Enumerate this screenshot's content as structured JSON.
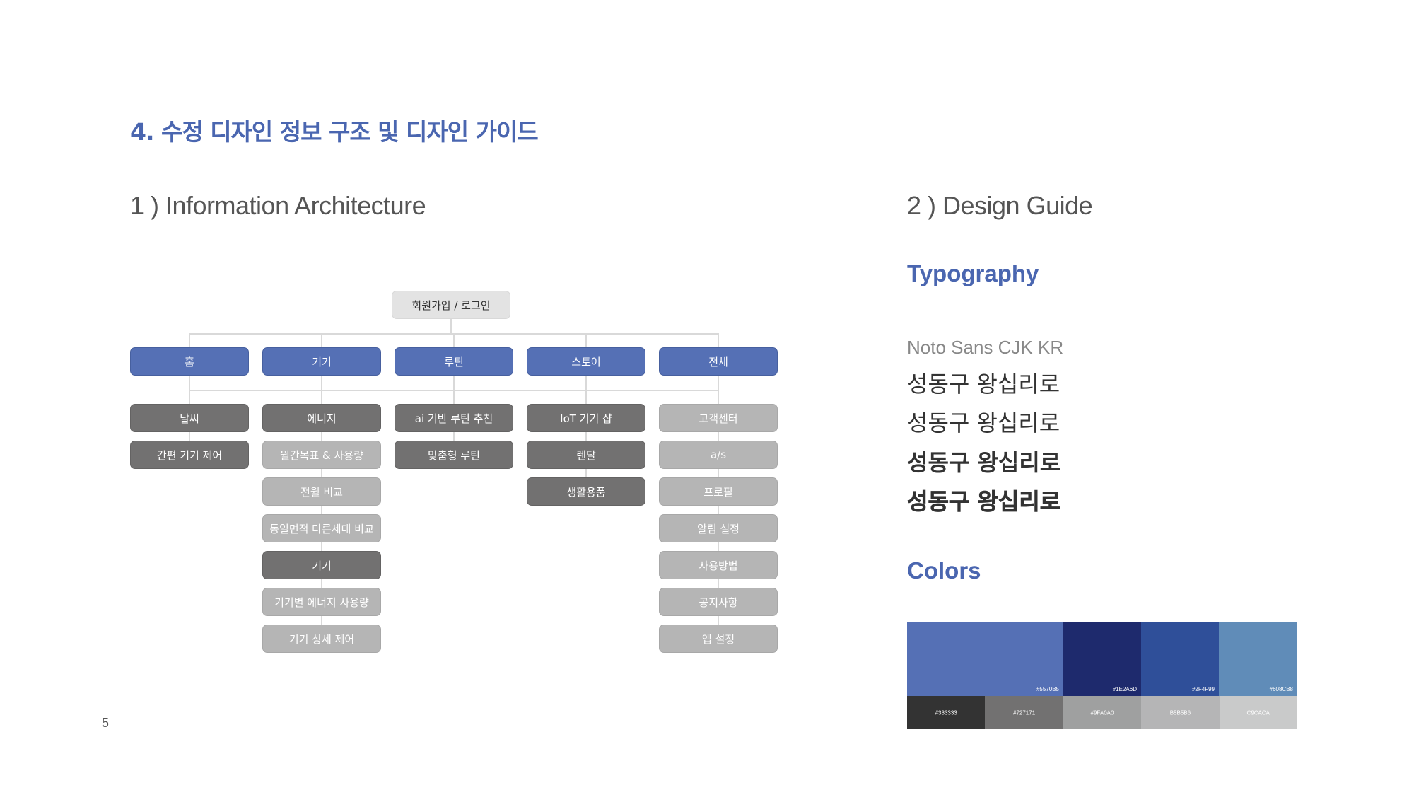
{
  "page_title": "4. 수정 디자인 정보 구조 및 디자인 가이드",
  "ia": {
    "title": "1 ) Information Architecture",
    "root": "회원가입 / 로그인",
    "columns": [
      {
        "label": "홈",
        "children": [
          {
            "label": "날씨",
            "tone": "dark"
          },
          {
            "label": "간편 기기 제어",
            "tone": "dark"
          }
        ]
      },
      {
        "label": "기기",
        "children": [
          {
            "label": "에너지",
            "tone": "dark"
          },
          {
            "label": "월간목표 & 사용량",
            "tone": "light"
          },
          {
            "label": "전월 비교",
            "tone": "light"
          },
          {
            "label": "동일면적 다른세대 비교",
            "tone": "light"
          },
          {
            "label": "기기",
            "tone": "dark"
          },
          {
            "label": "기기별 에너지 사용량",
            "tone": "light"
          },
          {
            "label": "기기 상세 제어",
            "tone": "light"
          }
        ]
      },
      {
        "label": "루틴",
        "children": [
          {
            "label": "ai 기반 루틴 추천",
            "tone": "dark"
          },
          {
            "label": "맞춤형 루틴",
            "tone": "dark"
          }
        ]
      },
      {
        "label": "스토어",
        "children": [
          {
            "label": "IoT 기기 샵",
            "tone": "dark"
          },
          {
            "label": "렌탈",
            "tone": "dark"
          },
          {
            "label": "생활용품",
            "tone": "dark"
          }
        ]
      },
      {
        "label": "전체",
        "children": [
          {
            "label": "고객센터",
            "tone": "light"
          },
          {
            "label": "a/s",
            "tone": "light"
          },
          {
            "label": "프로필",
            "tone": "light"
          },
          {
            "label": "알림 설정",
            "tone": "light"
          },
          {
            "label": "사용방법",
            "tone": "light"
          },
          {
            "label": "공지사항",
            "tone": "light"
          },
          {
            "label": "앱 설정",
            "tone": "light"
          }
        ]
      }
    ]
  },
  "guide": {
    "title": "2 ) Design Guide",
    "typography_heading": "Typography",
    "font_name": "Noto Sans CJK KR",
    "samples": [
      "성동구 왕십리로",
      "성동구 왕십리로",
      "성동구 왕십리로",
      "성동구 왕십리로"
    ],
    "colors_heading": "Colors",
    "colors_top": [
      {
        "label": "#5570B5",
        "hex": "#5570B5"
      },
      {
        "label": "#1E2A6D",
        "hex": "#1E2A6D"
      },
      {
        "label": "#2F4F99",
        "hex": "#2F4F99"
      },
      {
        "label": "#608CB8",
        "hex": "#608CB8"
      }
    ],
    "colors_bottom": [
      {
        "label": "#333333",
        "hex": "#333333"
      },
      {
        "label": "#727171",
        "hex": "#727171"
      },
      {
        "label": "#9FA0A0",
        "hex": "#9FA0A0"
      },
      {
        "label": "B5B5B6",
        "hex": "#B5B5B6"
      },
      {
        "label": "C9CACA",
        "hex": "#C9CACA"
      }
    ]
  },
  "page_number": "5"
}
